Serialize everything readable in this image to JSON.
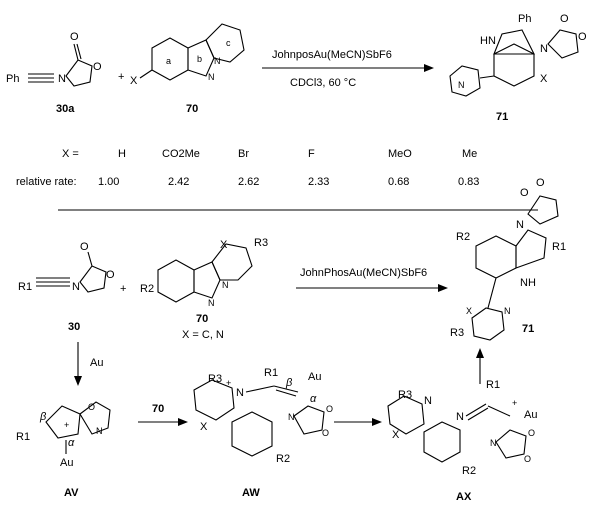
{
  "top_reaction": {
    "reactant1_label": "30a",
    "reactant1_text": "Ph",
    "reactant2_label": "70",
    "reactant2_x": "X",
    "ring_labels": [
      "a",
      "b",
      "c"
    ],
    "reagent": "JohnposAu(MeCN)SbF6",
    "conditions": "CDCl3, 60 °C",
    "product_label": "71",
    "product_ph": "Ph",
    "product_hn": "HN",
    "product_x": "X",
    "product_o": "O",
    "product_n": "N"
  },
  "rate_table": {
    "row1_header": "X =",
    "row2_header": "relative rate:",
    "substituents": [
      "H",
      "CO2Me",
      "Br",
      "F",
      "MeO",
      "Me"
    ],
    "rates": [
      "1.00",
      "2.42",
      "2.62",
      "2.33",
      "0.68",
      "0.83"
    ]
  },
  "general_reaction": {
    "reactant1_label": "30",
    "reactant1_r": "R1",
    "reactant2_label": "70",
    "reactant2_note": "X = C, N",
    "reactant2_r2": "R2",
    "reactant2_r3": "R3",
    "reactant2_x": "X",
    "reagent": "JohnPhosAu(MeCN)SbF6",
    "product_label": "71",
    "product_r1": "R1",
    "product_r2": "R2",
    "product_r3": "R3",
    "product_nh": "NH",
    "product_x": "X",
    "product_n": "N"
  },
  "mechanism": {
    "step1_reagent": "Au",
    "step2_reagent": "70",
    "intermediates": [
      {
        "label": "AV",
        "r1": "R1",
        "beta": "β",
        "alpha": "α",
        "au": "Au",
        "plus": "+"
      },
      {
        "label": "AW",
        "r1": "R1",
        "r2": "R2",
        "r3": "R3",
        "beta": "β",
        "alpha": "α",
        "au": "Au",
        "x": "X",
        "n": "N",
        "plus": "+"
      },
      {
        "label": "AX",
        "r1": "R1",
        "r2": "R2",
        "r3": "R3",
        "au": "Au",
        "x": "X",
        "n": "N",
        "plus": "+"
      }
    ]
  }
}
